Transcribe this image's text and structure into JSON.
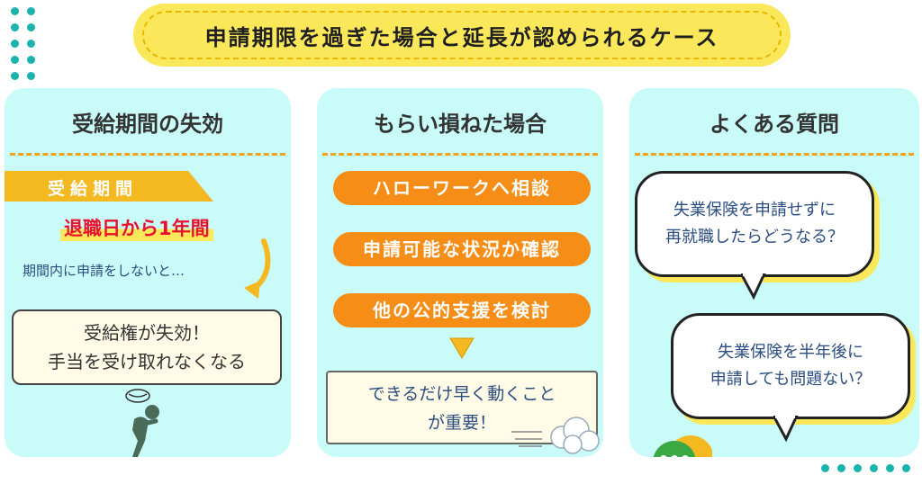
{
  "title": "申請期限を過ぎた場合と延長が認められるケース",
  "panels": {
    "left": {
      "heading": "受給期間の失効",
      "ribbon_label": "受給期間",
      "highlight": "退職日から1年間",
      "note": "期間内に申請をしないと…",
      "result_line1": "受給権が失効！",
      "result_line2": "手当を受け取れなくなる"
    },
    "middle": {
      "heading": "もらい損ねた場合",
      "steps": [
        "ハローワークへ相談",
        "申請可能な状況か確認",
        "他の公的支援を検討"
      ],
      "advice_line1": "できるだけ早く動くこと",
      "advice_line2": "が重要！"
    },
    "right": {
      "heading": "よくある質問",
      "q1_line1": "失業保険を申請せずに",
      "q1_line2": "再就職したらどうなる？",
      "q2_line1": "失業保険を半年後に",
      "q2_line2": "申請しても問題ない？"
    }
  },
  "colors": {
    "panel_bg": "#c9fbf8",
    "accent_orange": "#f68d16",
    "title_yellow": "#fbe85a",
    "dot_teal": "#1ab3ad",
    "highlight_red": "#e8122e"
  }
}
